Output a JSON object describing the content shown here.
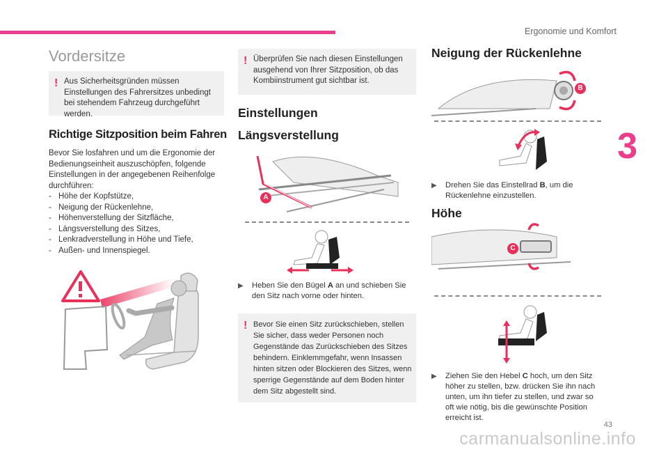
{
  "header": {
    "section": "Ergonomie und Komfort",
    "chapter": "3",
    "page_number": "43",
    "watermark": "carmanualsonline.info"
  },
  "colors": {
    "accent": "#e83e8c",
    "warning": "#e8305a",
    "note_bg": "#f0f0f0"
  },
  "col1": {
    "title": "Vordersitze",
    "safety_note": "Aus Sicherheitsgründen müssen Einstellungen des Fahrersitzes unbedingt bei stehendem Fahrzeug durchgeführt werden.",
    "section_title": "Richtige Sitzposition beim Fahren",
    "intro": "Bevor Sie losfahren und um die Ergonomie der Bedienungseinheit auszuschöpfen, folgende Einstellungen in der angegebenen Reihenfolge durchführen:",
    "steps": [
      "Höhe der Kopfstütze,",
      "Neigung der Rückenlehne,",
      "Höhenverstellung der Sitzfläche,",
      "Längsverstellung des Sitzes,",
      "Lenkradverstellung in Höhe und Tiefe,",
      "Außen- und Innenspiegel."
    ]
  },
  "col2": {
    "check_note": "Überprüfen Sie nach diesen Einstellungen ausgehend von Ihrer Sitzposition, ob das Kombiinstrument gut sichtbar ist.",
    "section_title": "Einstellungen",
    "sub_title": "Längsverstellung",
    "label_a": "A",
    "instruction_pre": "Heben Sie den Bügel ",
    "instruction_key": "A",
    "instruction_post": " an und schieben Sie den Sitz nach vorne oder hinten.",
    "warning_note": "Bevor Sie einen Sitz zurückschieben, stellen Sie sicher, dass weder Personen noch Gegenstände das Zurückschieben des Sitzes behindern. Einklemmgefahr, wenn Insassen hinten sitzen oder Blockieren des Sitzes, wenn sperrige Gegenstände auf dem Boden hinter dem Sitz abgestellt sind."
  },
  "col3": {
    "section_title": "Neigung der Rückenlehne",
    "label_b": "B",
    "instruction1_pre": "Drehen Sie das Einstellrad ",
    "instruction1_key": "B",
    "instruction1_post": ", um die Rückenlehne einzustellen.",
    "height_title": "Höhe",
    "label_c": "C",
    "instruction2_pre": "Ziehen Sie den Hebel ",
    "instruction2_key": "C",
    "instruction2_post": " hoch, um den Sitz höher zu stellen, bzw. drücken Sie ihn nach unten, um ihn tiefer zu stellen, und zwar so oft wie nötig, bis die gewünschte Position erreicht ist."
  }
}
